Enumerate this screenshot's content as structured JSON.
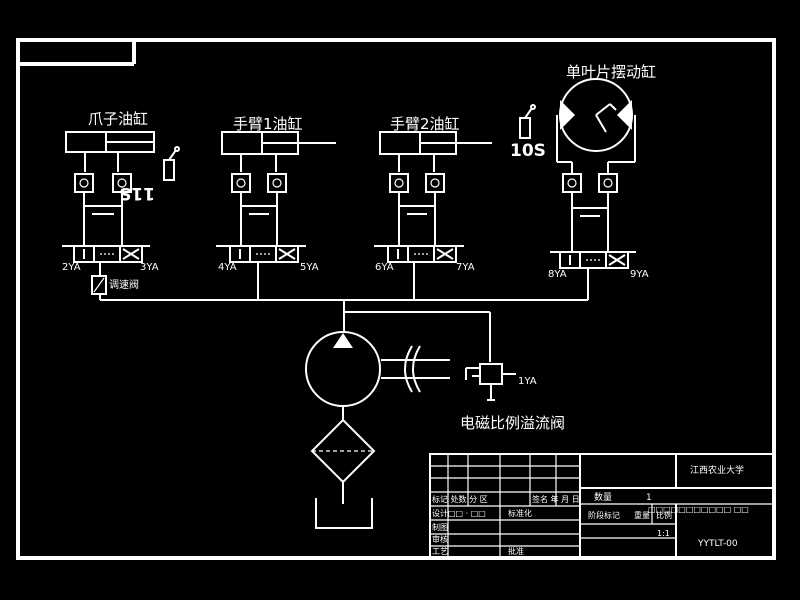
{
  "labels": {
    "gripper": "爪子油缸",
    "arm1": "手臂1油缸",
    "arm2": "手臂2油缸",
    "swing": "单叶片摆动缸",
    "prop_valve": "电磁比例溢流阀",
    "throttle": "调速阀"
  },
  "switches": {
    "s11": "11S",
    "s10": "10S"
  },
  "solenoids": [
    "2YA",
    "3YA",
    "4YA",
    "5YA",
    "6YA",
    "7YA",
    "8YA",
    "9YA",
    "1YA"
  ],
  "title_block": {
    "school": "江西农业大学",
    "quantity_label": "数量",
    "quantity_value": "1",
    "scale": "1:1",
    "drawing_no": "YYTLT-00",
    "overflow": "□□□□□□□□□□□ □□",
    "row_marks": "标记 处数 分 区",
    "sign_date": "签名 年 月 日",
    "design": "设计□□ · □□",
    "standard": "标准化",
    "check": "审核",
    "process": "工艺",
    "approve": "批准",
    "draft": "制图",
    "stage": "阶段标记",
    "weight": "重量",
    "ratio": "比例"
  }
}
